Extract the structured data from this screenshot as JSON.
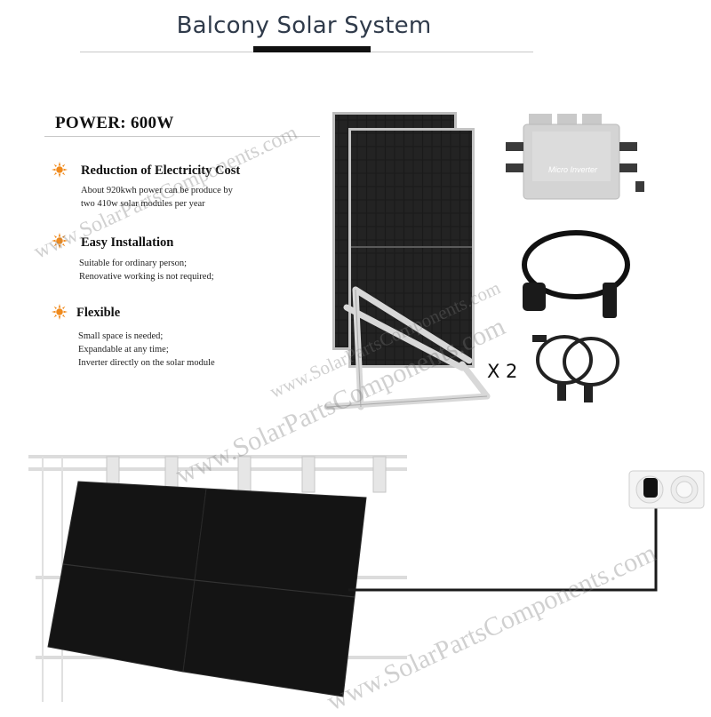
{
  "title": "Balcony Solar System",
  "power": "POWER: 600W",
  "features": [
    {
      "icon": "sun-icon",
      "title": "Reduction of Electricity Cost",
      "lines": [
        "About 920kwh power can be produce by",
        "two 410w solar modules per year"
      ]
    },
    {
      "icon": "sun-icon",
      "title": "Easy Installation",
      "lines": [
        "Suitable for ordinary person;",
        "Renovative working is not required;"
      ]
    },
    {
      "icon": "sun-icon",
      "title": "Flexible",
      "lines": [
        "Small space is needed;",
        "Expandable at any time;",
        "Inverter directly on the solar module"
      ]
    }
  ],
  "inverter_label": "Micro Inverter",
  "quantity_label": "X 2",
  "watermark": "www.SolarPartsComponents.com",
  "colors": {
    "accent_orange": "#f08a1c",
    "title_text": "#2f3a4a",
    "panel_black": "#141414"
  }
}
